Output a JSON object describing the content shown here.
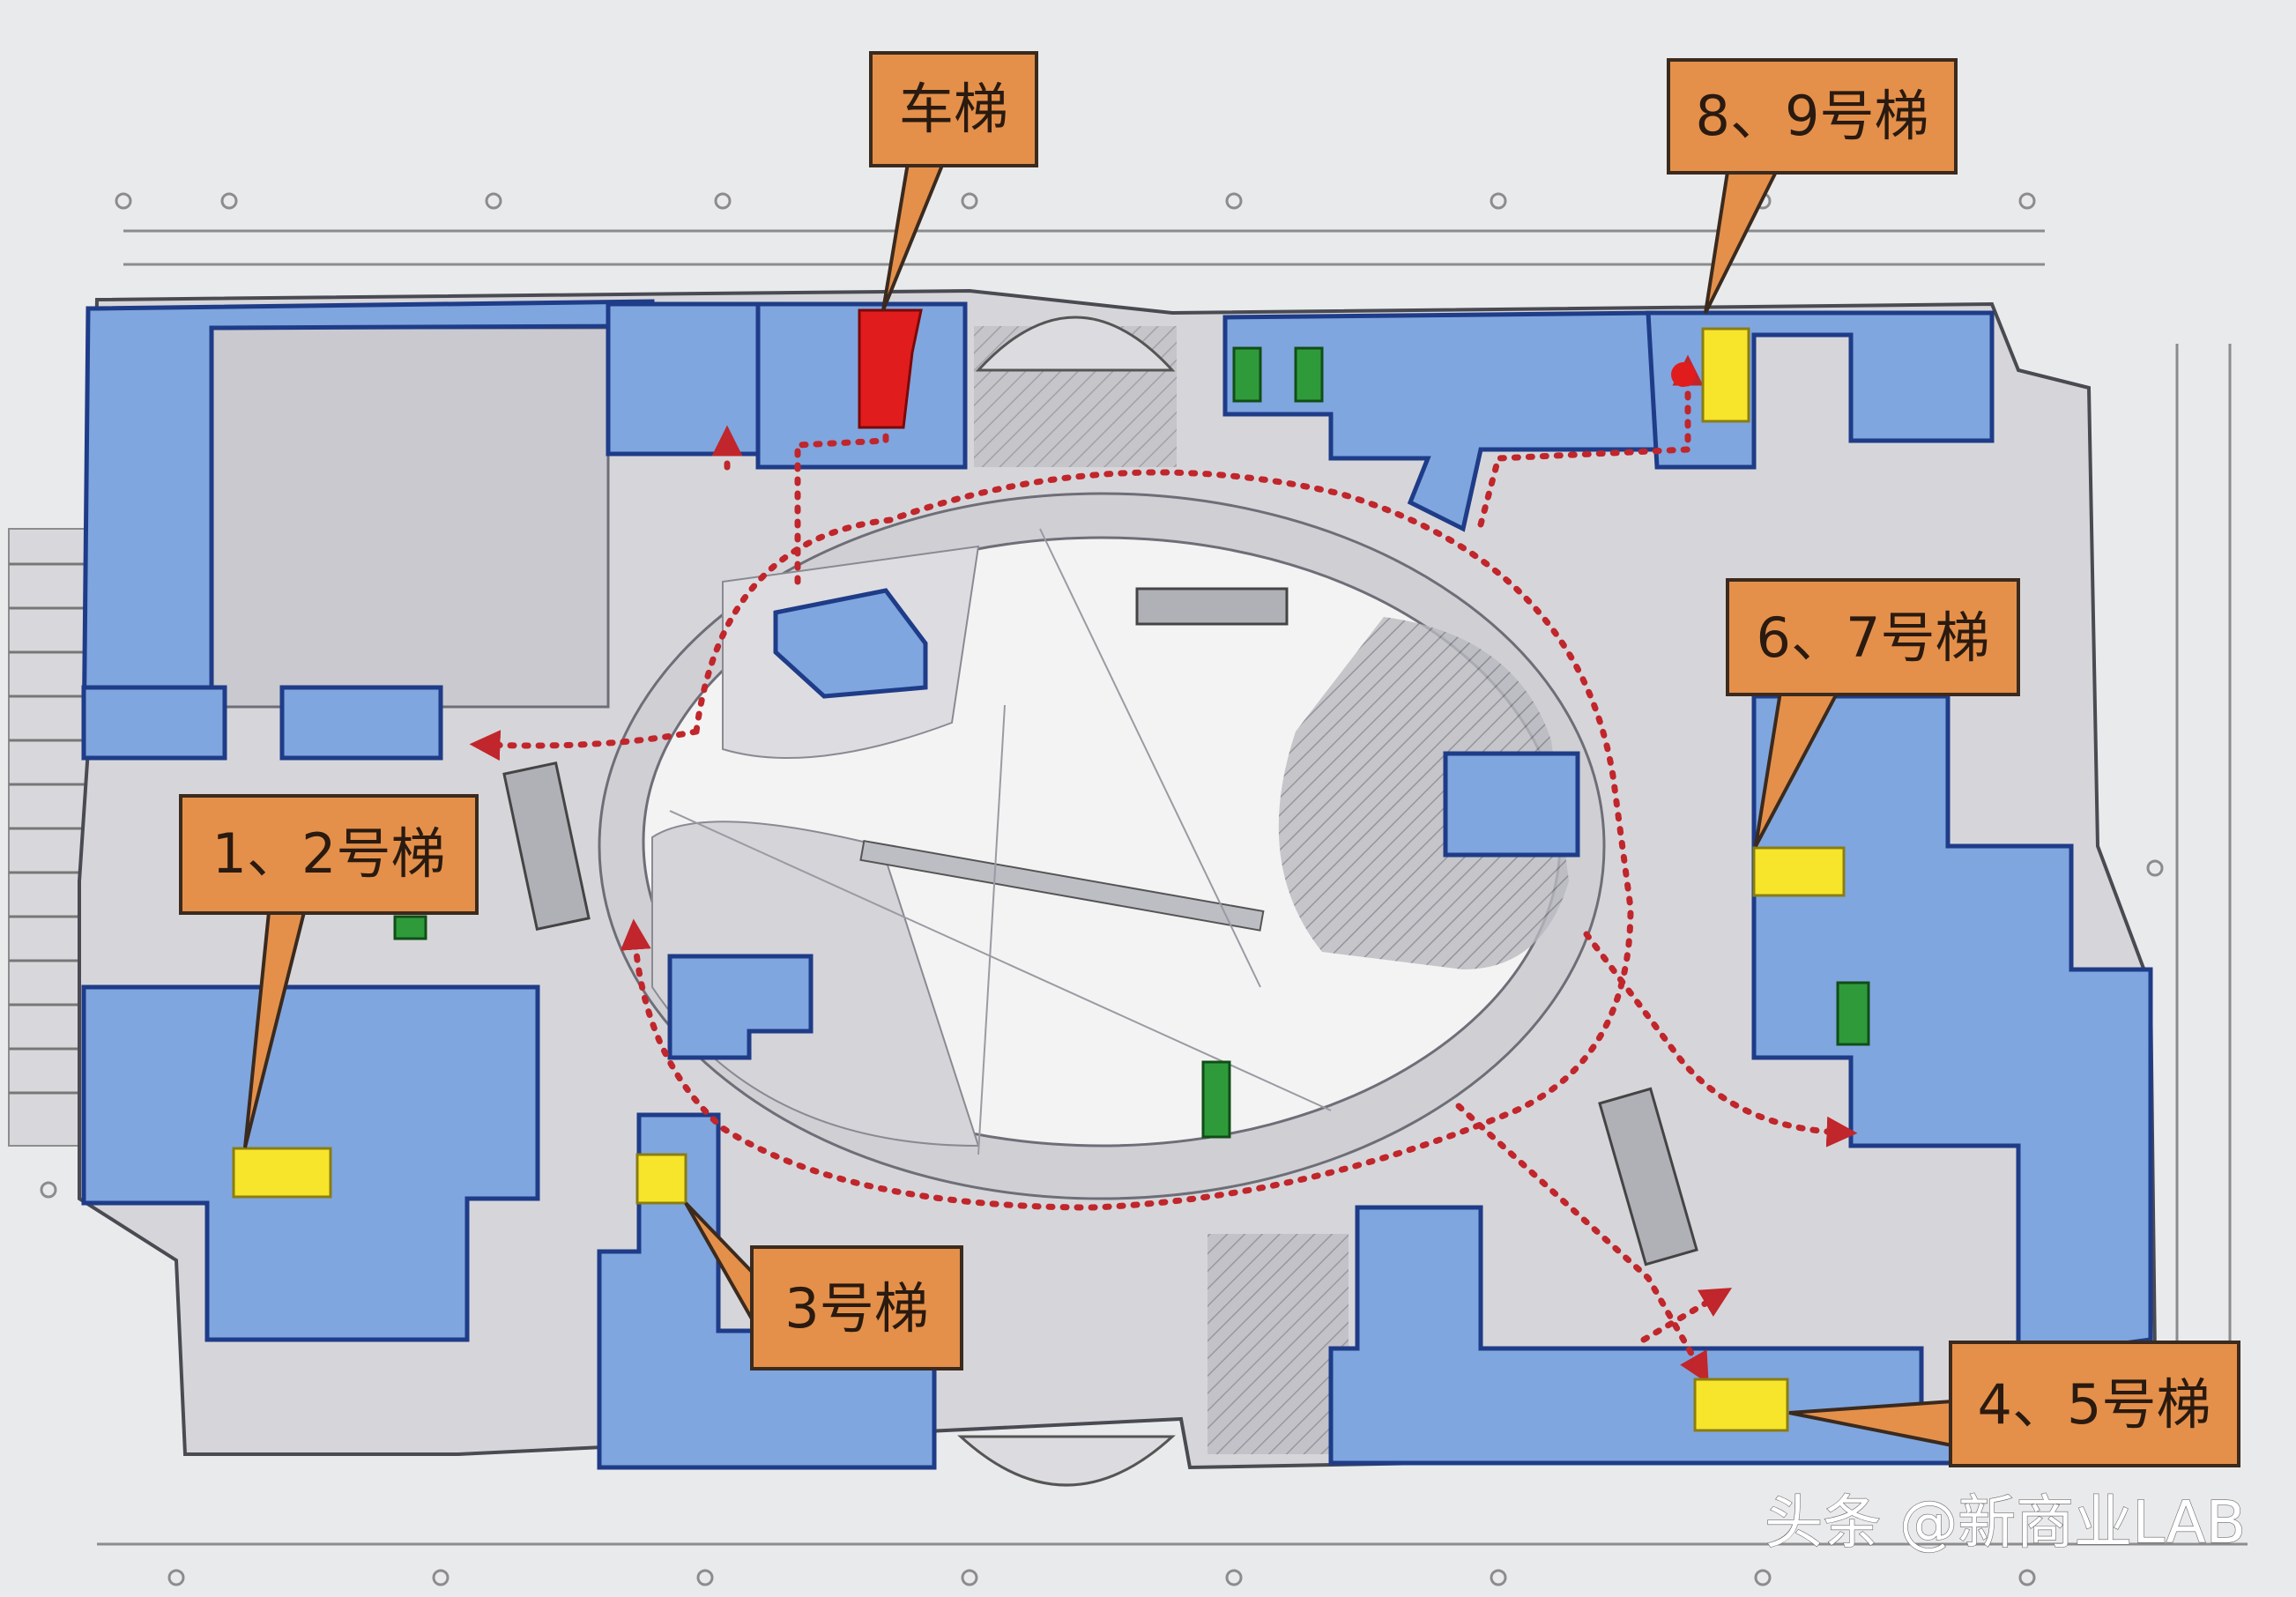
{
  "callouts": {
    "car_elevator": "车梯",
    "elevator_8_9": "8、9号梯",
    "elevator_6_7": "6、7号梯",
    "elevator_1_2": "1、2号梯",
    "elevator_3": "3号梯",
    "elevator_4_5": "4、5号梯"
  },
  "watermark": "头条 @新商业LAB",
  "colors": {
    "background": "#e9eaec",
    "core_zone": "#7fa6df",
    "core_outline": "#1f3c88",
    "elevator_marker": "#f7e52b",
    "car_elevator_marker": "#e11c1c",
    "callout_fill": "#e4904a",
    "callout_stroke": "#3b2a1e",
    "route_arrow": "#c0262b",
    "green_door": "#2f9a3a",
    "atrium_void": "#f3f3f3"
  },
  "icons": {
    "route": "dotted-red-arrow-path",
    "elevator": "yellow-rectangle"
  }
}
